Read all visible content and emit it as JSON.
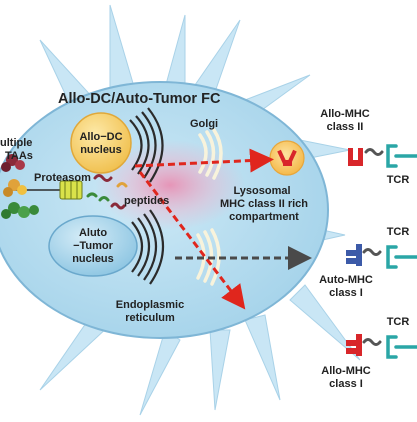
{
  "title": "Allo-DC/Auto-Tumor FC",
  "labels": {
    "multiple": "ultiple",
    "taas": "TAAs",
    "proteasome": "Proteasom",
    "peptides": "peptides",
    "allo_dc_nucleus_1": "Allo−DC",
    "allo_dc_nucleus_2": "nucleus",
    "auto_tumor_nucleus_1": "Aluto",
    "auto_tumor_nucleus_2": "−Tumor",
    "auto_tumor_nucleus_3": "nucleus",
    "golgi": "Golgi",
    "lysosomal_1": "Lysosomal",
    "lysosomal_2": "MHC class II rich",
    "lysosomal_3": "compartment",
    "er_1": "Endoplasmic",
    "er_2": "reticulum",
    "allo_mhc_ii_1": "Allo-MHC",
    "allo_mhc_ii_2": "class II",
    "auto_mhc_i_1": "Auto-MHC",
    "auto_mhc_i_2": "class I",
    "allo_mhc_i_1": "Allo-MHC",
    "allo_mhc_i_2": "class I",
    "tcr_1": "TCR",
    "tcr_2": "TCR",
    "tcr_3": "TCR"
  },
  "colors": {
    "cell_spikes": "#c9e6f5",
    "cell_body": "#b5dcef",
    "cell_border": "#7fb6d6",
    "allo_nucleus": "#f6d37a",
    "tumor_nucleus": "#a9d4ea",
    "pink_glow": "#f07aa3",
    "red_arrow": "#e0261d",
    "grey_arrow": "#4a4a4a",
    "mhc_red": "#d8262a",
    "mhc_blue": "#3c5aa8",
    "tcr_teal": "#2aa6a6"
  },
  "icons": [
    "allo-mhc-class-ii-icon",
    "auto-mhc-class-i-icon",
    "allo-mhc-class-i-icon",
    "tcr-icon",
    "proteasome-icon",
    "peptide-icon"
  ]
}
